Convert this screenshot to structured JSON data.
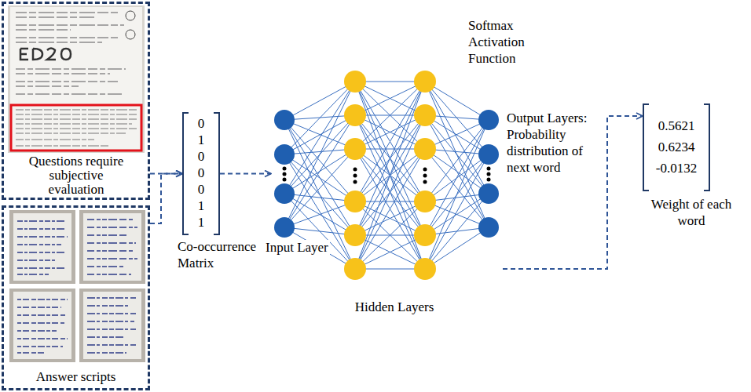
{
  "diagram": {
    "nodes": [
      {
        "text": [
          "Questions require subjective evaluation"
        ]
      },
      {
        "text": [
          "Answer scripts"
        ]
      },
      {
        "text": [
          "0 1 0 0 0 1 1",
          "Co-occurrence Matrix"
        ]
      },
      {
        "text": [
          "Input Layer",
          "Hidden Layers",
          "Softmax Activation Function",
          "Output Layers: Probability distribution of next word"
        ]
      },
      {
        "text": [
          "0.5621 0.6234 -0.0132",
          "Weight of each word"
        ]
      }
    ],
    "edges": [
      {
        "from": 0,
        "to": 2,
        "arrow": "to"
      },
      {
        "from": 1,
        "to": 2,
        "arrow": "to"
      },
      {
        "from": 2,
        "to": 3,
        "arrow": "to"
      },
      {
        "from": 3,
        "to": 4,
        "arrow": "to"
      }
    ]
  }
}
